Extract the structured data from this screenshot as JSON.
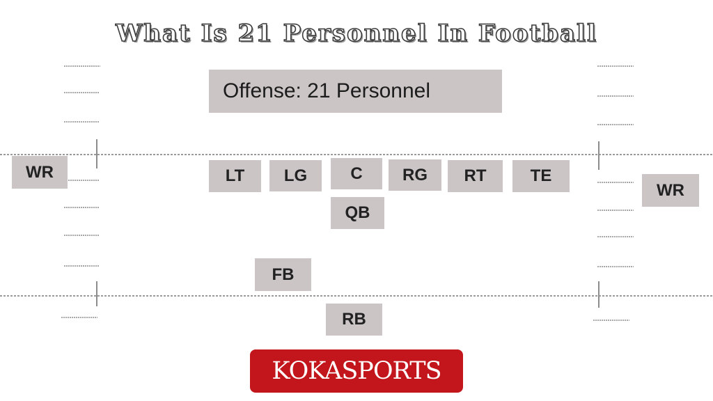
{
  "title": "What Is 21 Personnel In Football",
  "diagram": {
    "banner": "Offense:  21 Personnel",
    "positions": {
      "wr_left": "WR",
      "lt": "LT",
      "lg": "LG",
      "c": "C",
      "rg": "RG",
      "rt": "RT",
      "te": "TE",
      "wr_right": "WR",
      "qb": "QB",
      "fb": "FB",
      "rb": "RB"
    }
  },
  "brand": "KOKASPORTS",
  "colors": {
    "box_fill": "#cbc5c5",
    "brand_red": "#c3161c",
    "line_gray": "#9a9a9a"
  }
}
